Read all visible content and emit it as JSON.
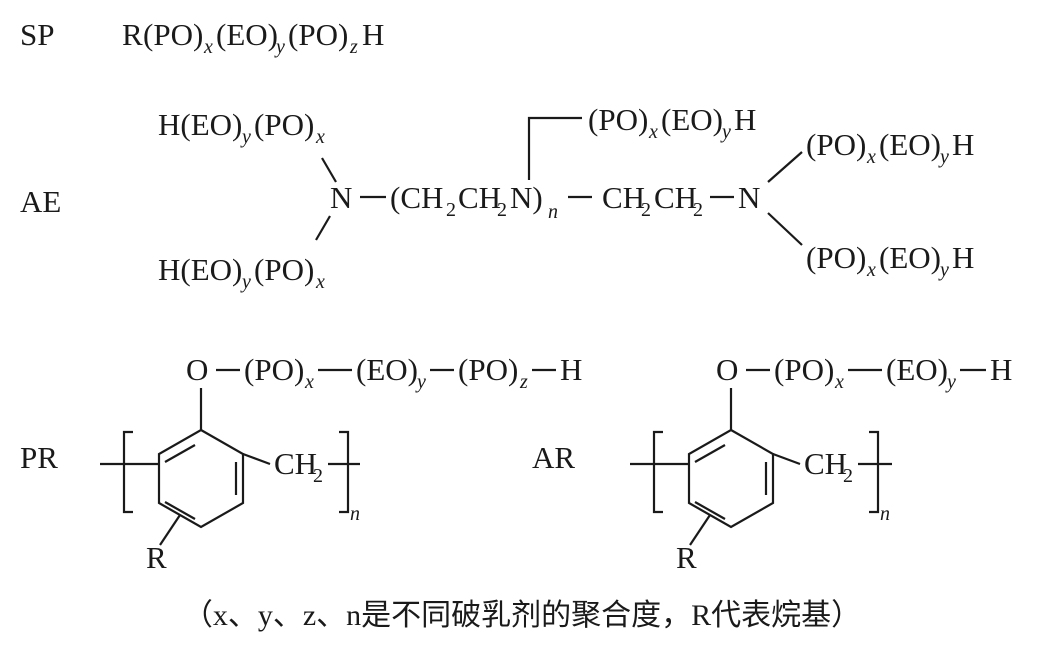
{
  "labels": {
    "sp": "SP",
    "ae": "AE",
    "pr": "PR",
    "ar": "AR"
  },
  "groups": {
    "R": "R",
    "PO": "(PO)",
    "EO": "(EO)",
    "H": "H",
    "O": "O",
    "N": "N",
    "CH2": "CH",
    "two": "2",
    "H_EO": "H(EO)",
    "CH2CH2N_open": "(CH",
    "CH2CH2N_mid": "CH",
    "N_close": "N)"
  },
  "subs": {
    "x": "x",
    "y": "y",
    "z": "z",
    "n": "n"
  },
  "caption": "（x、y、z、n是不同破乳剂的聚合度，R代表烷基）"
}
